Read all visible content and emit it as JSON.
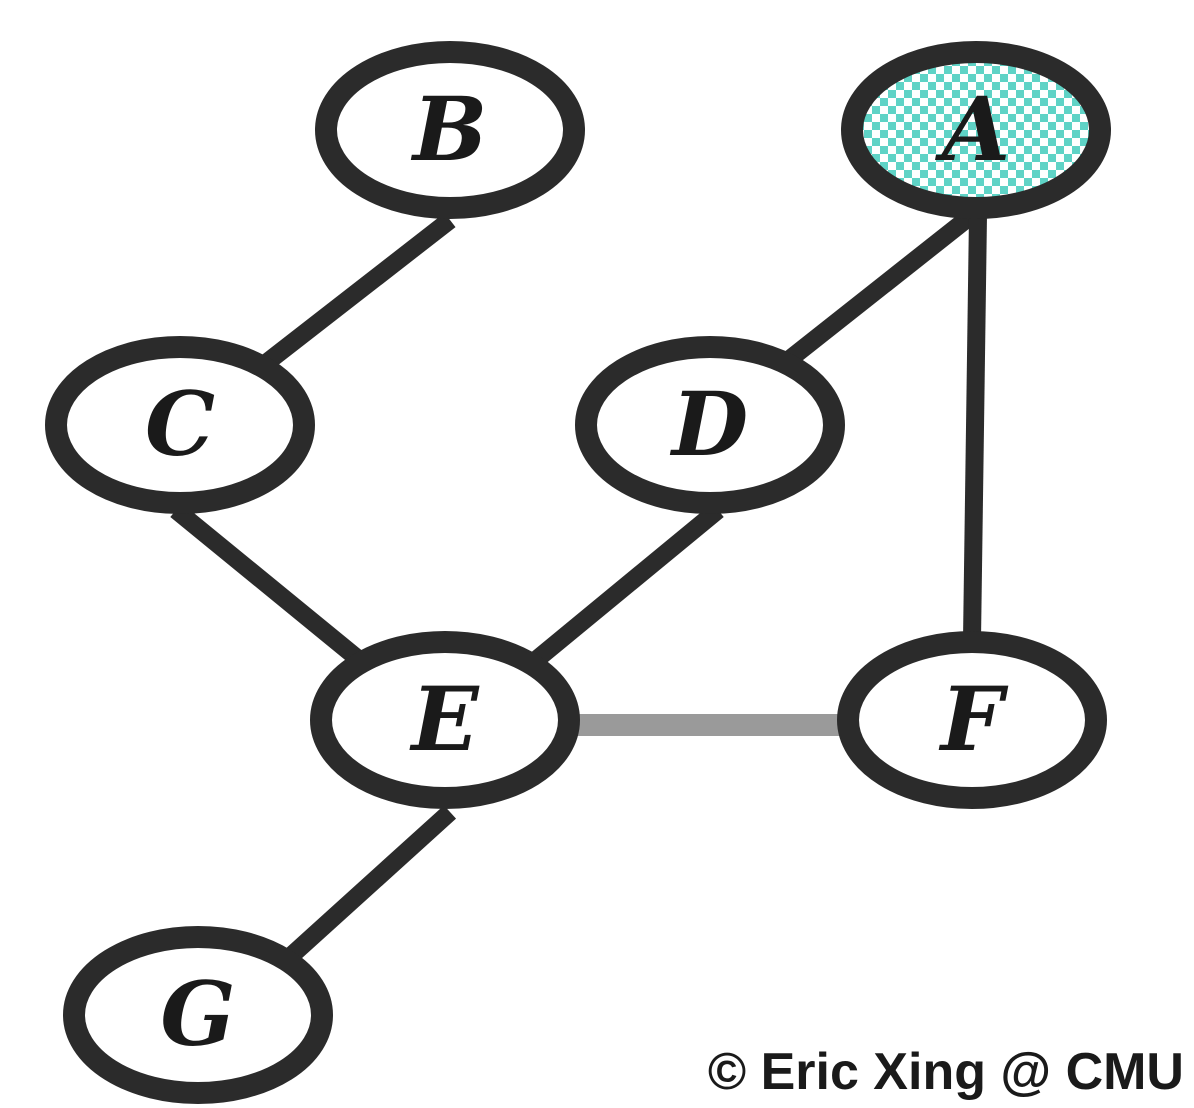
{
  "nodes": [
    {
      "id": "A",
      "label": "A",
      "observed": true
    },
    {
      "id": "B",
      "label": "B",
      "observed": false
    },
    {
      "id": "C",
      "label": "C",
      "observed": false
    },
    {
      "id": "D",
      "label": "D",
      "observed": false
    },
    {
      "id": "E",
      "label": "E",
      "observed": false
    },
    {
      "id": "F",
      "label": "F",
      "observed": false
    },
    {
      "id": "G",
      "label": "G",
      "observed": false
    }
  ],
  "edges": [
    {
      "from": "B",
      "to": "C",
      "style": "solid"
    },
    {
      "from": "A",
      "to": "D",
      "style": "solid"
    },
    {
      "from": "A",
      "to": "F",
      "style": "solid"
    },
    {
      "from": "C",
      "to": "E",
      "style": "solid"
    },
    {
      "from": "D",
      "to": "E",
      "style": "solid"
    },
    {
      "from": "E",
      "to": "F",
      "style": "gray"
    },
    {
      "from": "E",
      "to": "G",
      "style": "solid"
    }
  ],
  "colors": {
    "node_stroke": "#2b2b2b",
    "observed_fill": "#5fd3c6",
    "weak_edge": "#9a9a9a"
  },
  "copyright": "© Eric Xing @ CMU"
}
